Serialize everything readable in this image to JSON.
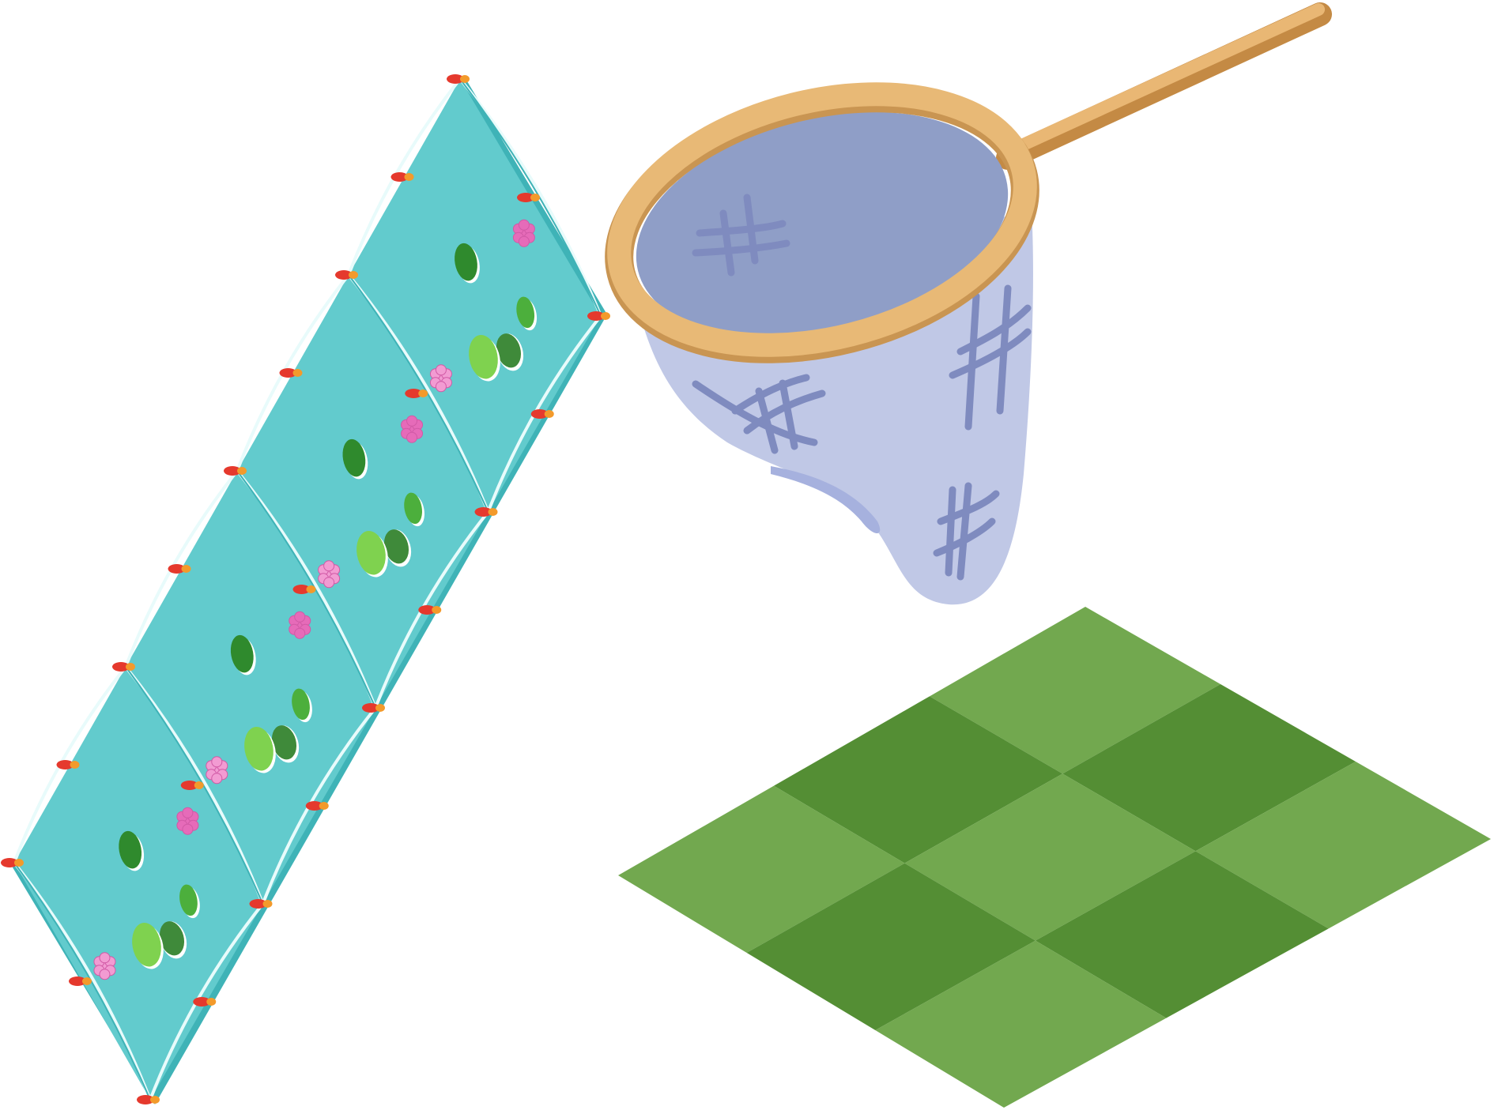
{
  "scene": {
    "background": "#ffffff",
    "assets": [
      {
        "name": "pond-net-strip",
        "segments": 4,
        "items_per_segment": [
          "lotus-flower-icon",
          "lily-pad-icon",
          "lily-pad-icon",
          "lily-pad-pair-icon",
          "lotus-flower-icon"
        ]
      },
      {
        "name": "butterfly-net",
        "icon": "butterfly-net-icon"
      },
      {
        "name": "grass-checker-tile",
        "grid": [
          3,
          3
        ]
      }
    ]
  },
  "colors": {
    "net_fill": "#62cbcd",
    "net_edge": "#3fb3b7",
    "net_thread": "#e8fbfb",
    "float_red": "#e5392d",
    "float_orange": "#f39a2b",
    "lily_dark": "#2f8a2d",
    "lily_light": "#7fd24f",
    "lotus_pink": "#e66bb9",
    "lotus_light": "#f29bd2",
    "frame": "#e8b976",
    "frame_dark": "#c99552",
    "handle": "#e2ad66",
    "mesh_inside": "#8f9ec7",
    "mesh_bag": "#c0c8e6",
    "mesh_stroke": "#7f8bbf",
    "grass_light": "#72a84f",
    "grass_dark": "#548e34"
  }
}
